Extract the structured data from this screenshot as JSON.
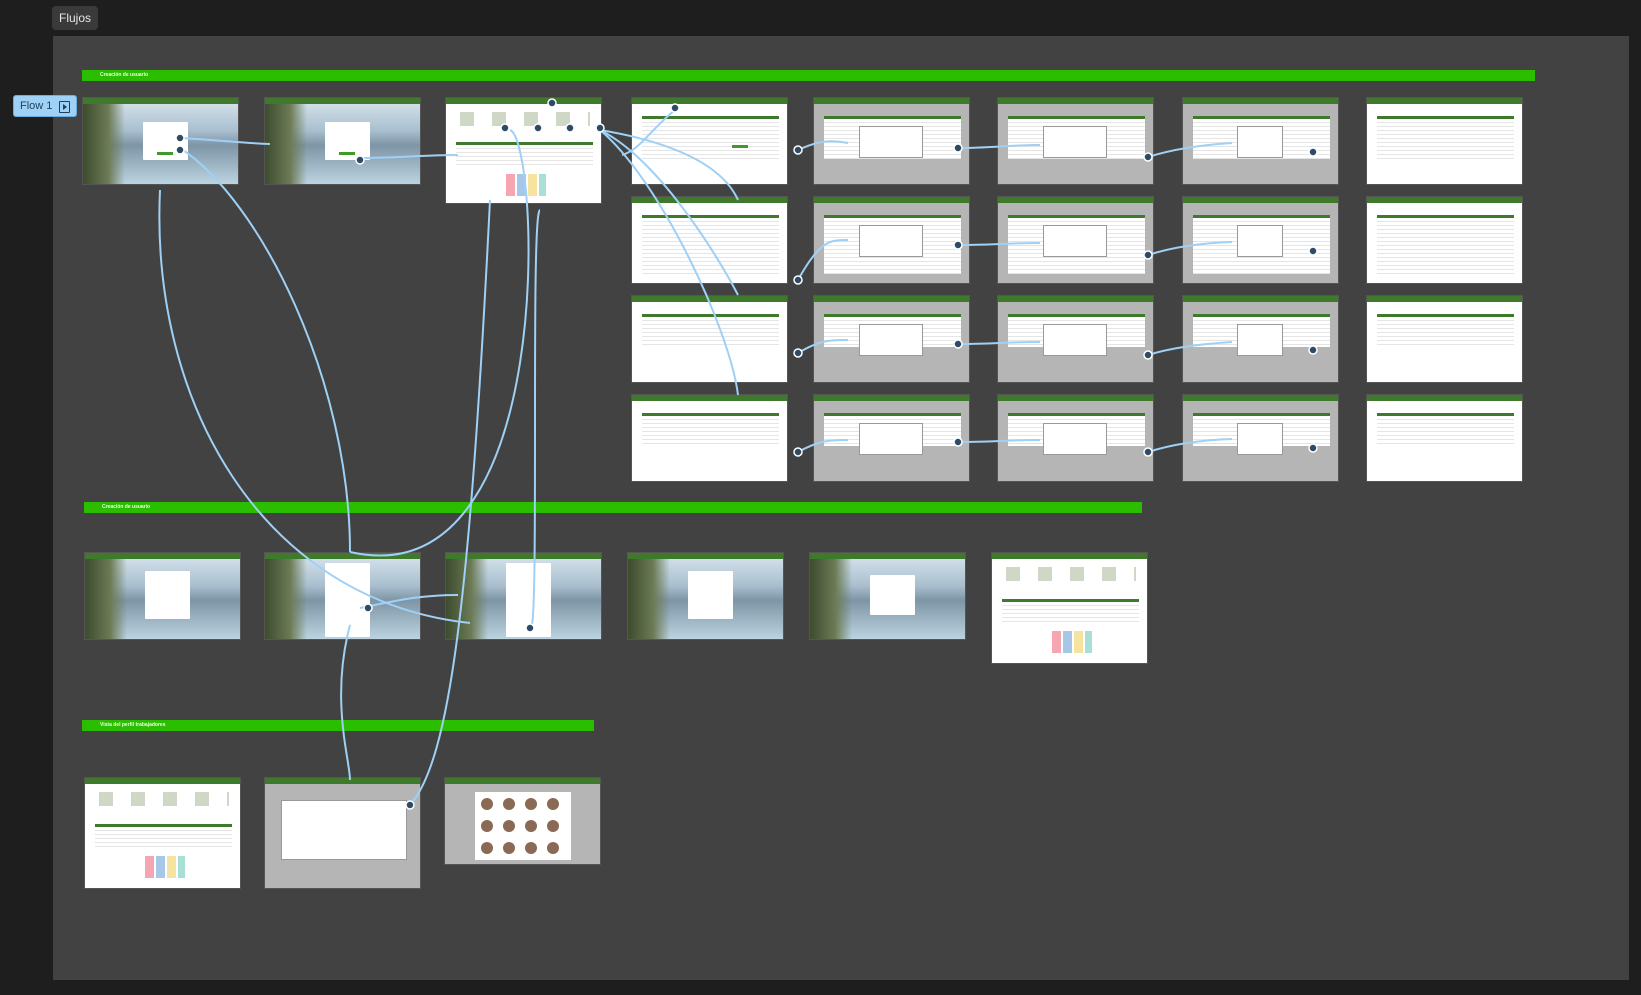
{
  "page_tab": "Flujos",
  "flow_badge": "Flow 1",
  "sections": [
    {
      "label": "Creación de usuario"
    },
    {
      "label": "Creación de usuario"
    },
    {
      "label": "Vista del perfil trabajadores"
    }
  ],
  "colors": {
    "canvas": "#424242",
    "section_bar": "#2bbd00",
    "frame_header": "#3f7a2c",
    "connector": "#9fd0f5"
  },
  "icons": {
    "flow_start": "play-icon"
  }
}
